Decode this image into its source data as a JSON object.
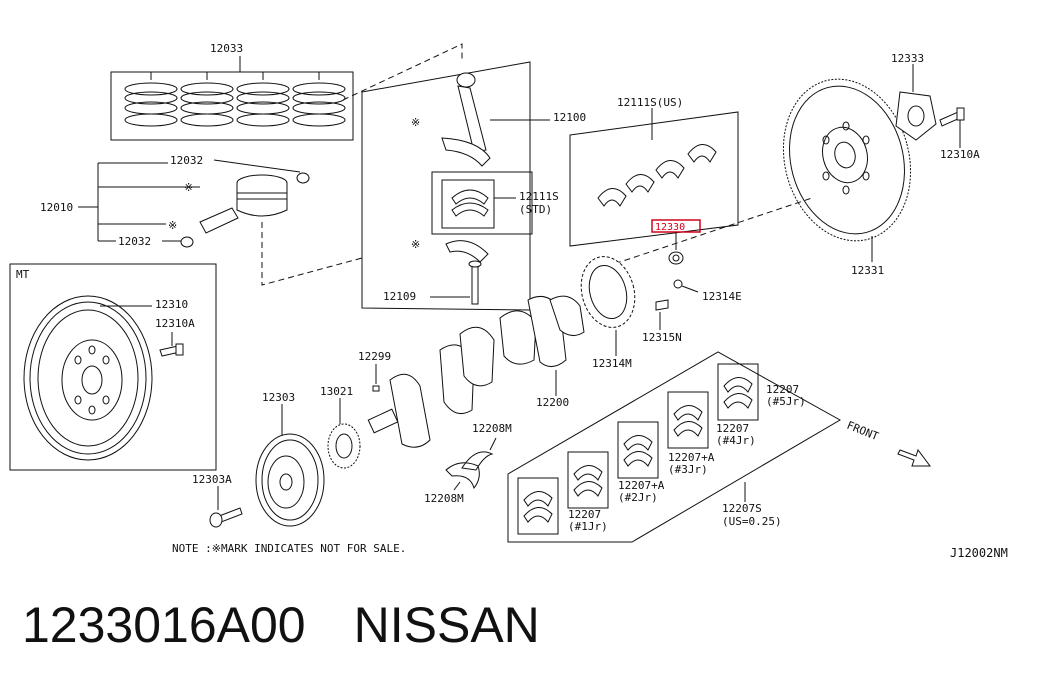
{
  "diagram": {
    "labels": {
      "p12033": "12033",
      "p12032a": "12032",
      "p12010": "12010",
      "p12032b": "12032",
      "p12100": "12100",
      "p12111s_std_a": "12111S",
      "p12111s_std_b": "(STD)",
      "p12109": "12109",
      "p12111s_us": "12111S(US)",
      "p12330": "12330",
      "p12333": "12333",
      "p12310a_right": "12310A",
      "p12331": "12331",
      "p12314e": "12314E",
      "p12315n": "12315N",
      "p12314m": "12314M",
      "mt": "MT",
      "p12310": "12310",
      "p12310a_left": "12310A",
      "p12299": "12299",
      "p13021": "13021",
      "p12303": "12303",
      "p12200": "12200",
      "p12208m_top": "12208M",
      "p12208m_bottom": "12208M",
      "p12303a": "12303A",
      "p12207_5_a": "12207",
      "p12207_5_b": "(#5Jr)",
      "p12207_4_a": "12207",
      "p12207_4_b": "(#4Jr)",
      "p12207_3_a": "12207+A",
      "p12207_3_b": "(#3Jr)",
      "p12207_2_a": "12207+A",
      "p12207_2_b": "(#2Jr)",
      "p12207_1_a": "12207",
      "p12207_1_b": "(#1Jr)",
      "p12207s_a": "12207S",
      "p12207s_b": "(US=0.25)",
      "front": "FRONT",
      "note": "NOTE :※MARK INDICATES NOT FOR SALE.",
      "diagram_code": "J12002NM"
    },
    "highlight_color": "#d0021b"
  },
  "caption": {
    "part_number": "1233016A00",
    "brand": "NISSAN"
  }
}
